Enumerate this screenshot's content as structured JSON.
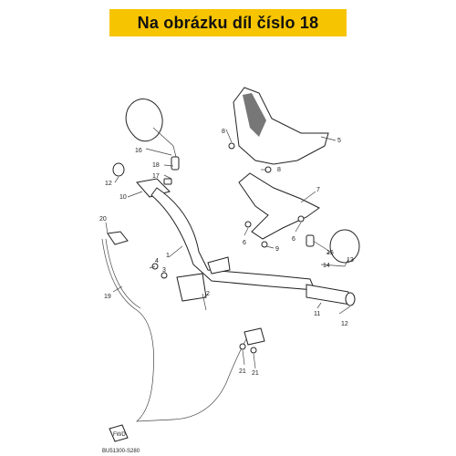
{
  "banner": {
    "text": "Na obrázku díl číslo 18",
    "color": "#f6c400"
  },
  "callouts": {
    "c1": "1",
    "c2": "2",
    "c3": "3",
    "c4": "4",
    "c5": "5",
    "c6a": "6",
    "c6b": "6",
    "c7": "7",
    "c8a": "8",
    "c8b": "8",
    "c9": "9",
    "c10": "10",
    "c11": "11",
    "c12a": "12",
    "c12b": "12",
    "c13": "13",
    "c14": "14",
    "c15": "15",
    "c16": "16",
    "c17": "17",
    "c18": "18",
    "c19": "19",
    "c20": "20",
    "c21a": "21",
    "c21b": "21"
  },
  "fwd_label": "FWD",
  "drawing_code": "BU51300-S280"
}
